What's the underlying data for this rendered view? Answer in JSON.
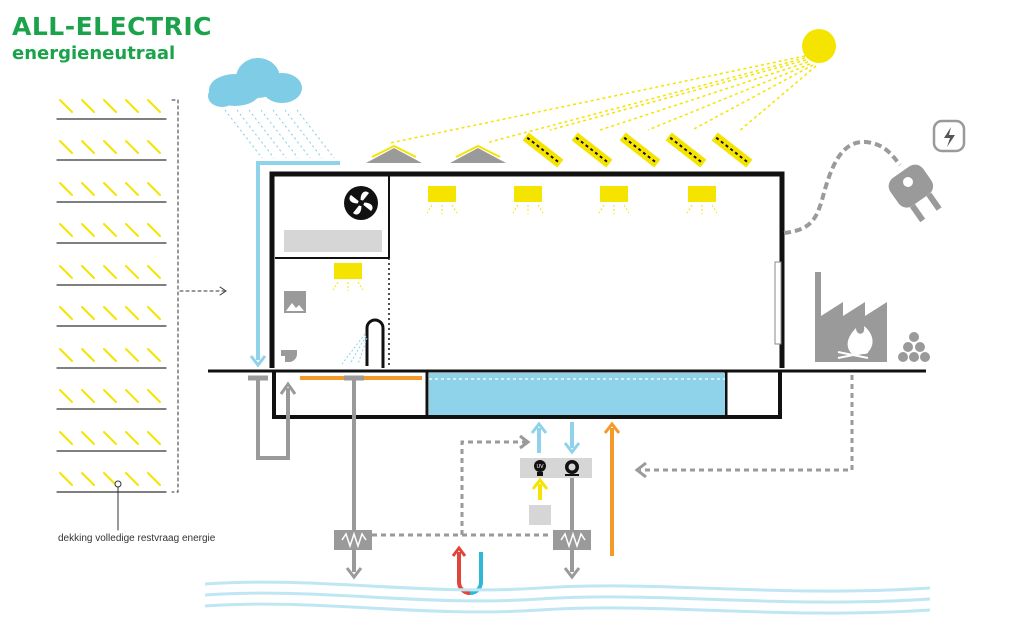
{
  "title": {
    "main": "ALL-ELECTRIC",
    "sub": "energieneutraal"
  },
  "caption": "dekking volledige restvraag energie",
  "colors": {
    "brand_green": "#1aa34a",
    "sun_yellow": "#f5e400",
    "water_blue": "#8fd3ea",
    "wall_black": "#111111",
    "pipe_gray": "#9a9a9a",
    "heat_orange": "#f39a2a",
    "cold_red": "#e0453a",
    "sky_blue": "#7fcce6"
  },
  "icons": [
    "sun-icon",
    "rain-cloud-icon",
    "fan-icon",
    "power-plug-icon",
    "lightning-icon",
    "factory-fire-icon",
    "wood-pile-icon",
    "uv-lamp-icon",
    "pump-icon",
    "shower-icon",
    "toilet-icon",
    "picture-icon",
    "heat-exchanger-icon"
  ]
}
